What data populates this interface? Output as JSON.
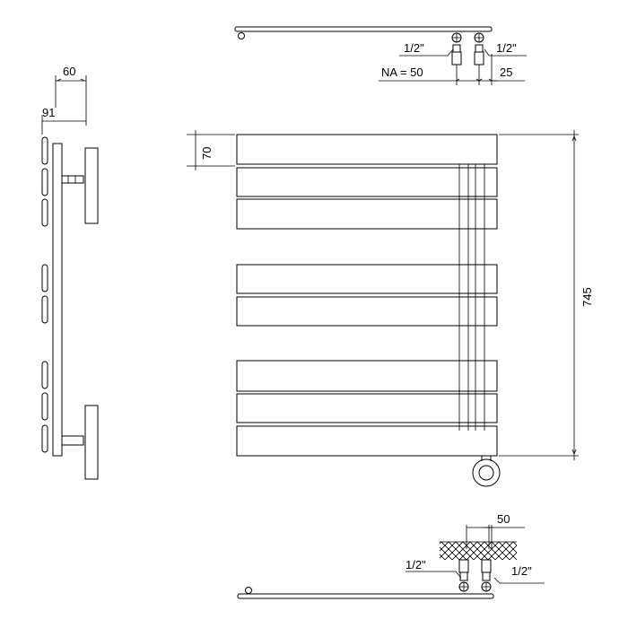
{
  "dimensions": {
    "side_depth": "60",
    "side_offset": "91",
    "blade_height": "70",
    "total_height": "745",
    "top_thread_left": "1/2\"",
    "top_thread_right": "1/2\"",
    "top_axis_distance": "NA = 50",
    "top_offset": "25",
    "bottom_spacing": "50",
    "bottom_thread_left": "1/2\"",
    "bottom_thread_right": "1/2\""
  }
}
